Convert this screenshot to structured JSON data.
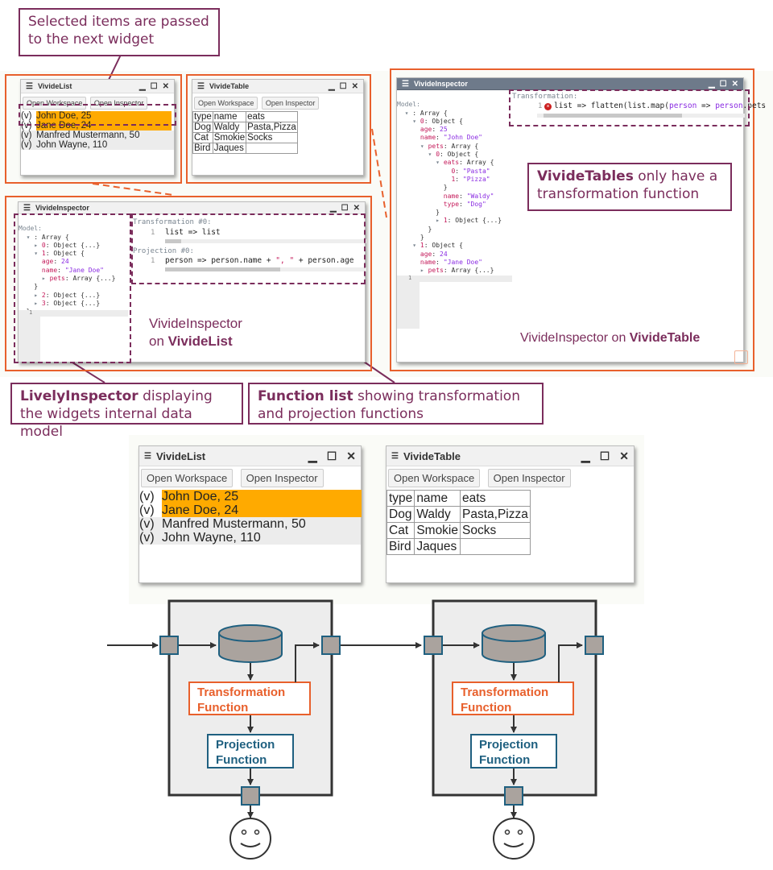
{
  "callouts": {
    "selected": "Selected items are passed to the next widget",
    "vivide_tables_bold": "VivideTables",
    "vivide_tables_rest": " only have a transformation function",
    "lively_bold": "LivelyInspector",
    "lively_rest": " displaying the widgets internal data model",
    "function_bold": "Function list",
    "function_rest": " showing transformation and projection functions"
  },
  "colors": {
    "orange": "#e8602c",
    "plum": "#7b2d5c",
    "selection": "#ffaa00",
    "teal": "#1f6080",
    "node_gray": "#aaa39e"
  },
  "vivide_list": {
    "title": "VivideList",
    "buttons": [
      "Open Workspace",
      "Open Inspector"
    ],
    "items": [
      {
        "marker": "(v)",
        "label": "John Doe, 25",
        "selected": true
      },
      {
        "marker": "(v)",
        "label": "Jane Doe, 24",
        "selected": true
      },
      {
        "marker": "(v)",
        "label": "Manfred Mustermann, 50",
        "selected": false
      },
      {
        "marker": "(v)",
        "label": "John Wayne, 110",
        "selected": false
      }
    ]
  },
  "vivide_table": {
    "title": "VivideTable",
    "buttons": [
      "Open Workspace",
      "Open Inspector"
    ],
    "columns": [
      "type",
      "name",
      "eats"
    ],
    "rows": [
      [
        "Dog",
        "Waldy",
        "Pasta,Pizza"
      ],
      [
        "Cat",
        "Smokie",
        "Socks"
      ],
      [
        "Bird",
        "Jaques",
        ""
      ]
    ]
  },
  "inspector_list": {
    "title": "VivideInspector",
    "model_label": "Model:",
    "transformation_label": "Transformation #0:",
    "transformation_line": "1",
    "transformation_code": "list => list",
    "projection_label": "Projection #0:",
    "projection_line": "1",
    "projection_code_a": "person => person.name + ",
    "projection_code_str": "\", \"",
    "projection_code_b": " + person.age",
    "editor_line": "1",
    "caption_plain": "VivideInspector",
    "caption_on": "on ",
    "caption_bold": "VivideList"
  },
  "inspector_table": {
    "title": "VivideInspector",
    "model_label": "Model:",
    "transformation_label": "Transformation:",
    "transformation_line": "1",
    "transformation_code_a": "list => flatten(list.map(",
    "transformation_code_b": "person",
    "transformation_code_c": " => ",
    "transformation_code_d": "person",
    "transformation_code_e": ".pets",
    "editor_line": "1",
    "caption_plain": "VivideInspector on ",
    "caption_bold": "VivideTable"
  },
  "diagram": {
    "transformation_label_1": "Transformation",
    "transformation_label_2": "Function",
    "projection_label_1": "Projection",
    "projection_label_2": "Function"
  }
}
